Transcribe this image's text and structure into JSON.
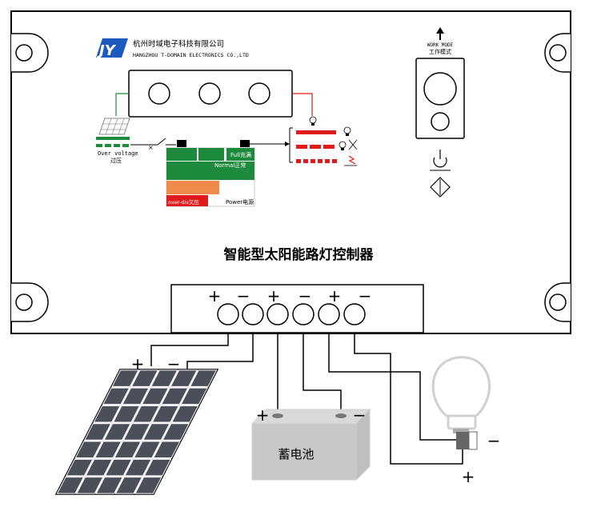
{
  "company": {
    "logo_text": "JY",
    "name_cn": "杭州时域电子科技有限公司",
    "name_en": "HANGZHOU T-DOMAIN ELECTRONICS CO.,LTD"
  },
  "title": "智能型太阳能路灯控制器",
  "work_mode": {
    "label_en": "WORK MODE",
    "label_cn": "工作模式"
  },
  "panel_diagram": {
    "over_voltage_en": "Over voltage",
    "over_voltage_cn": "过压",
    "full_label": "Full充满",
    "normal_label": "Normal正常",
    "over_dis_label": "over-dis欠压",
    "power_label": "Power电源"
  },
  "terminal_signs": [
    "+",
    "−",
    "+",
    "−",
    "+",
    "−"
  ],
  "wiring": {
    "solar_plus": "+",
    "solar_minus": "−",
    "battery_plus": "+",
    "battery_minus": "−",
    "battery_label": "蓄电池",
    "lamp_minus": "−",
    "lamp_plus": "+"
  },
  "colors": {
    "green": "#1e8a3c",
    "red": "#e01b1b",
    "orange": "#f08a4b",
    "line": "#000000"
  }
}
